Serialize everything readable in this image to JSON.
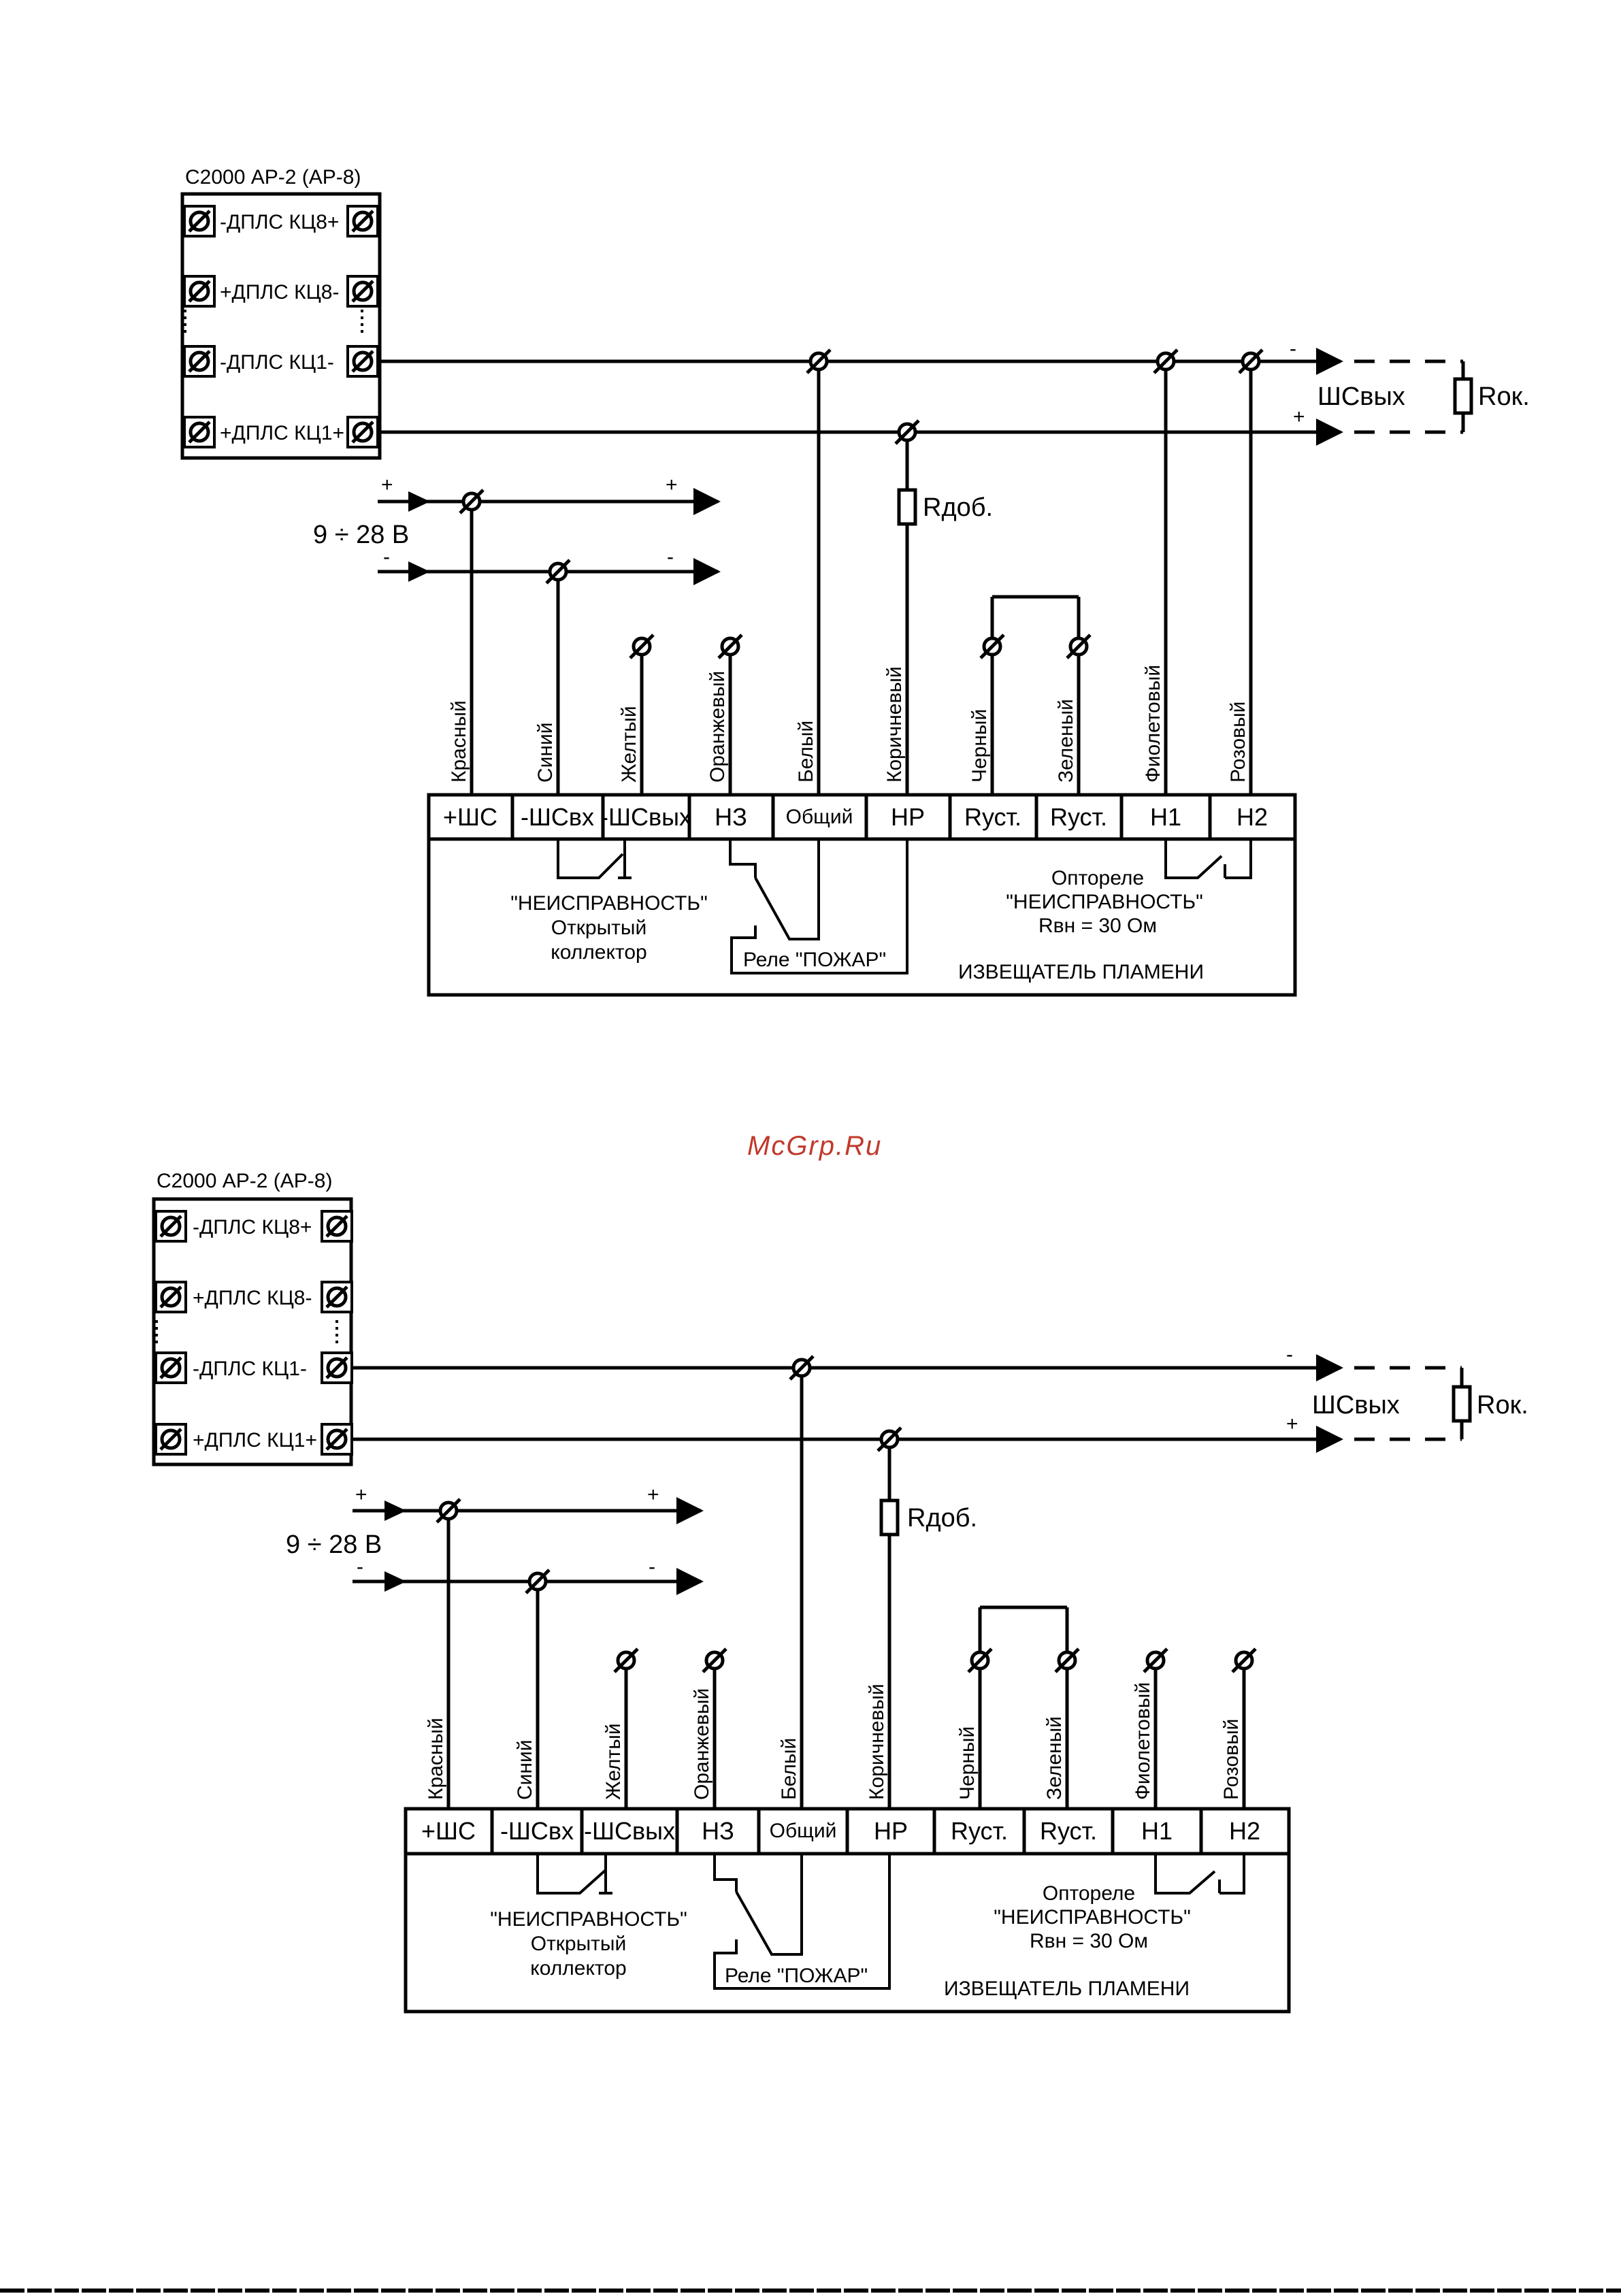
{
  "watermark": "McGrp.Ru",
  "diagrams": [
    {
      "id": "top",
      "device_title": "С2000 АР-2 (АР-8)",
      "terminals": [
        "-ДПЛС КЦ8+",
        "+ДПЛС КЦ8-",
        "-ДПЛС КЦ1-",
        "+ДПЛС КЦ1+"
      ],
      "power_label": "9 ÷ 28 В",
      "plus": "+",
      "minus": "-",
      "r_add": "Rдоб.",
      "loop_out": "ШСвых",
      "r_end": "Rок.",
      "wires": [
        "Красный",
        "Синий",
        "Желтый",
        "Оранжевый",
        "Белый",
        "Коричневый",
        "Черный",
        "Зеленый",
        "Фиолетовый",
        "Розовый"
      ],
      "cells": [
        "+ШС",
        "-ШСвх",
        "-ШСвых",
        "НЗ",
        "Общий",
        "НР",
        "Rуст.",
        "Rуст.",
        "Н1",
        "Н2"
      ],
      "fault_note": [
        "\"НЕИСПРАВНОСТЬ\"",
        "Открытый",
        "коллектор"
      ],
      "relay_fire": "Реле \"ПОЖАР\"",
      "optorelay_note": [
        "Оптореле",
        "\"НЕИСПРАВНОСТЬ\"",
        "Rвн = 30 Ом"
      ],
      "detector_name": "ИЗВЕЩАТЕЛЬ ПЛАМЕНИ"
    },
    {
      "id": "bottom",
      "device_title": "С2000 АР-2 (АР-8)",
      "terminals": [
        "-ДПЛС КЦ8+",
        "+ДПЛС КЦ8-",
        "-ДПЛС КЦ1-",
        "+ДПЛС КЦ1+"
      ],
      "power_label": "9 ÷ 28 В",
      "plus": "+",
      "minus": "-",
      "r_add": "Rдоб.",
      "loop_out": "ШСвых",
      "r_end": "Rок.",
      "wires": [
        "Красный",
        "Синий",
        "Желтый",
        "Оранжевый",
        "Белый",
        "Коричневый",
        "Черный",
        "Зеленый",
        "Фиолетовый",
        "Розовый"
      ],
      "cells": [
        "+ШС",
        "-ШСвх",
        "-ШСвых",
        "НЗ",
        "Общий",
        "НР",
        "Rуст.",
        "Rуст.",
        "Н1",
        "Н2"
      ],
      "fault_note": [
        "\"НЕИСПРАВНОСТЬ\"",
        "Открытый",
        "коллектор"
      ],
      "relay_fire": "Реле \"ПОЖАР\"",
      "optorelay_note": [
        "Оптореле",
        "\"НЕИСПРАВНОСТЬ\"",
        "Rвн = 30 Ом"
      ],
      "detector_name": "ИЗВЕЩАТЕЛЬ ПЛАМЕНИ"
    }
  ]
}
